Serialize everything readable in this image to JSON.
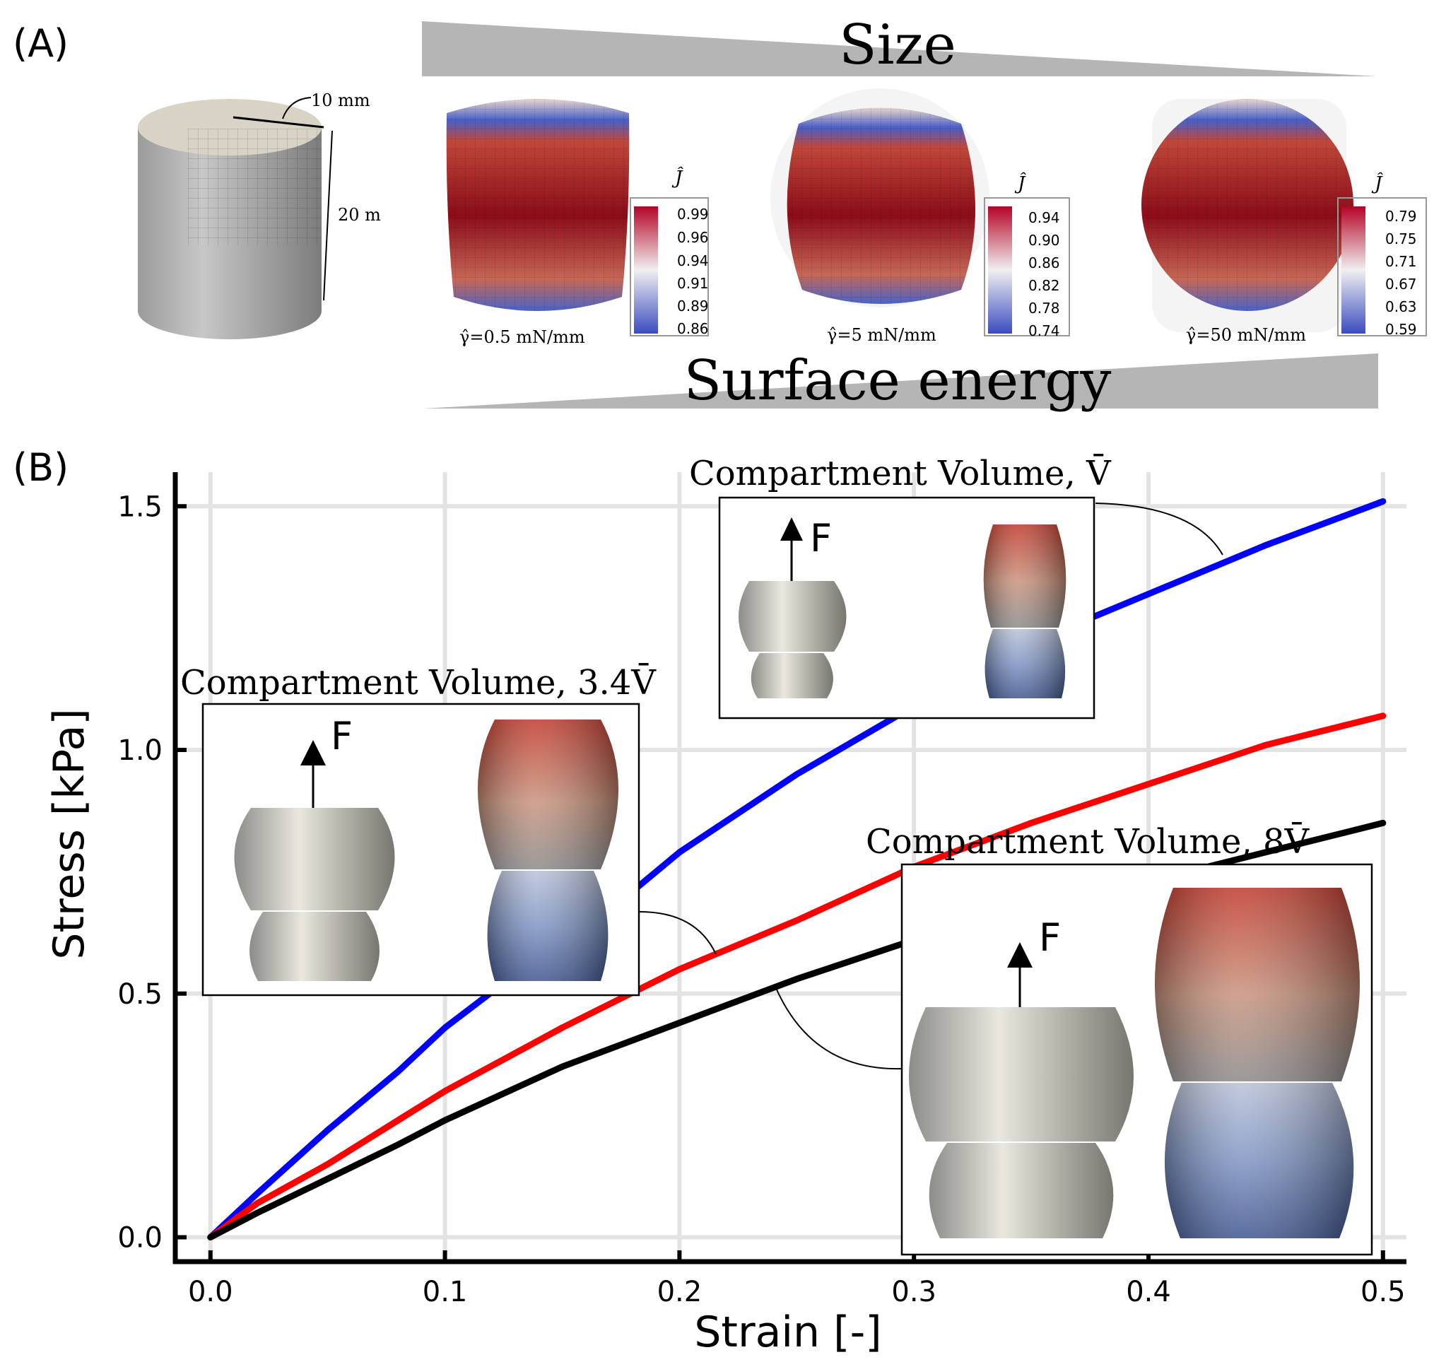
{
  "panel_a": {
    "label": "(A)",
    "size_label": "Size",
    "surface_label": "Surface energy",
    "dim_width": "10 mm",
    "dim_height": "20 m",
    "cases": [
      {
        "gamma": "γ̂=0.5 mN/mm",
        "cbar_title": "Ĵ",
        "ticks": [
          "0.99",
          "0.96",
          "0.94",
          "0.91",
          "0.89",
          "0.86"
        ]
      },
      {
        "gamma": "γ̂=5 mN/mm",
        "cbar_title": "Ĵ",
        "ticks": [
          "0.94",
          "0.90",
          "0.86",
          "0.82",
          "0.78",
          "0.74"
        ]
      },
      {
        "gamma": "γ̂=50 mN/mm",
        "cbar_title": "Ĵ",
        "ticks": [
          "0.79",
          "0.75",
          "0.71",
          "0.67",
          "0.63",
          "0.59"
        ]
      }
    ]
  },
  "panel_b": {
    "label": "(B)",
    "force_label": "F",
    "insets": [
      {
        "title": "Compartment Volume, V̄"
      },
      {
        "title": "Compartment Volume, 3.4V̄"
      },
      {
        "title": "Compartment Volume, 8V̄"
      }
    ]
  },
  "colors": {
    "blue": "#0000ff",
    "red": "#ff0000",
    "black": "#000000",
    "grid": "#e3e3e3"
  },
  "chart_data": {
    "type": "line",
    "xlabel": "Strain [-]",
    "ylabel": "Stress [kPa]",
    "xlim": [
      -0.015,
      0.51
    ],
    "ylim": [
      -0.05,
      1.57
    ],
    "xticks": [
      "0.0",
      "0.1",
      "0.2",
      "0.3",
      "0.4",
      "0.5"
    ],
    "yticks": [
      "0.0",
      "0.5",
      "1.0",
      "1.5"
    ],
    "grid": true,
    "series": [
      {
        "color": "blue",
        "x": [
          0,
          0.02,
          0.05,
          0.08,
          0.1,
          0.13,
          0.15,
          0.18,
          0.2,
          0.25,
          0.3,
          0.35,
          0.4,
          0.45,
          0.5
        ],
        "y": [
          0,
          0.09,
          0.22,
          0.34,
          0.43,
          0.54,
          0.6,
          0.71,
          0.79,
          0.95,
          1.09,
          1.22,
          1.32,
          1.42,
          1.51
        ]
      },
      {
        "color": "red",
        "x": [
          0,
          0.02,
          0.05,
          0.08,
          0.1,
          0.15,
          0.2,
          0.25,
          0.3,
          0.35,
          0.4,
          0.45,
          0.5
        ],
        "y": [
          0,
          0.07,
          0.15,
          0.24,
          0.3,
          0.43,
          0.55,
          0.65,
          0.76,
          0.85,
          0.93,
          1.01,
          1.07
        ]
      },
      {
        "color": "black",
        "x": [
          0,
          0.02,
          0.05,
          0.08,
          0.1,
          0.15,
          0.2,
          0.25,
          0.3,
          0.35,
          0.4,
          0.45,
          0.5
        ],
        "y": [
          0,
          0.05,
          0.12,
          0.19,
          0.24,
          0.35,
          0.44,
          0.53,
          0.61,
          0.67,
          0.73,
          0.79,
          0.85
        ]
      }
    ]
  }
}
